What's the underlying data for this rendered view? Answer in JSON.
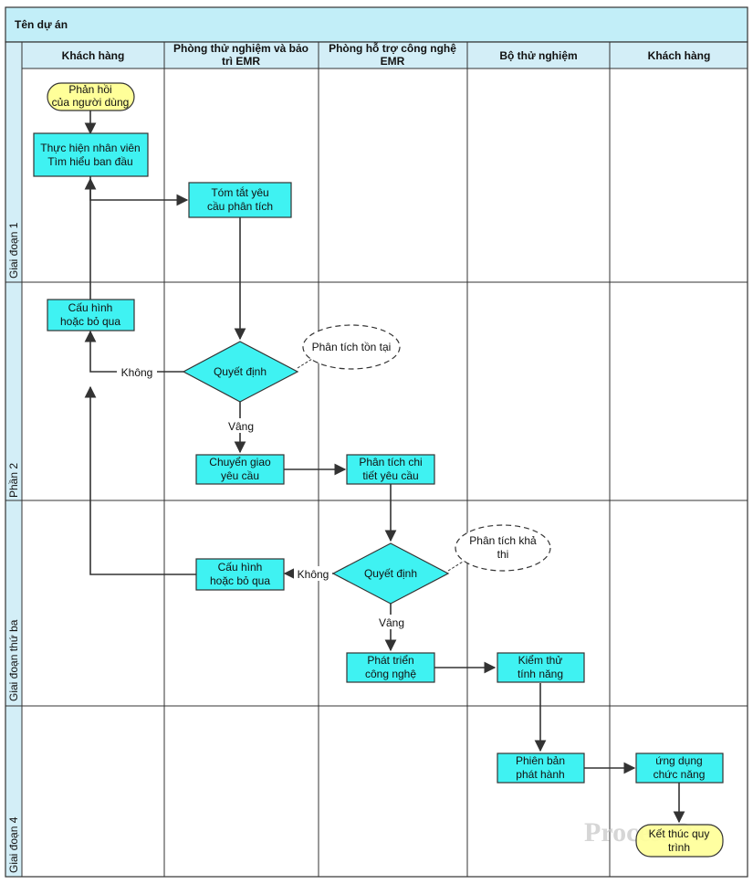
{
  "title": "Tên dự án",
  "columns": [
    "Khách hàng",
    "Phòng thử nghiệm và bảo trì EMR",
    "Phòng hỗ trợ công nghệ EMR",
    "Bộ thử nghiệm",
    "Khách hàng"
  ],
  "phases": [
    "Giai đoạn 1",
    "Phần 2",
    "Giai đoạn thứ ba",
    "Giai đoạn 4"
  ],
  "nodes": {
    "feedback": "Phản hồi của người dùng",
    "initial_research": "Thực hiện nhân viên Tìm hiểu ban đầu",
    "summary": "Tóm tắt yêu cầu phân tích",
    "config1": "Cấu hình hoặc bỏ qua",
    "decision1": "Quyết định",
    "note1": "Phân tích tồn tại",
    "transfer": "Chuyển giao yêu cầu",
    "detail_analysis": "Phân tích chi tiết yêu cầu",
    "decision2": "Quyết định",
    "note2": "Phân tích khả thi",
    "config2": "Cấu hình hoặc bỏ qua",
    "dev": "Phát triển công nghệ",
    "test": "Kiểm thử tính năng",
    "release": "Phiên bản phát hành",
    "app": "ứng dụng chức năng",
    "end": "Kết thúc quy trình"
  },
  "edge_labels": {
    "no1": "Không",
    "yes1": "Vâng",
    "no2": "Không",
    "yes2": "Vâng"
  },
  "watermark": "ProcessOn",
  "colors": {
    "process_fill": "#3ff2f2",
    "terminal_fill": "#ffff99",
    "header_fill": "#d3eef7",
    "title_fill": "#c2eef8",
    "line": "#333333"
  }
}
